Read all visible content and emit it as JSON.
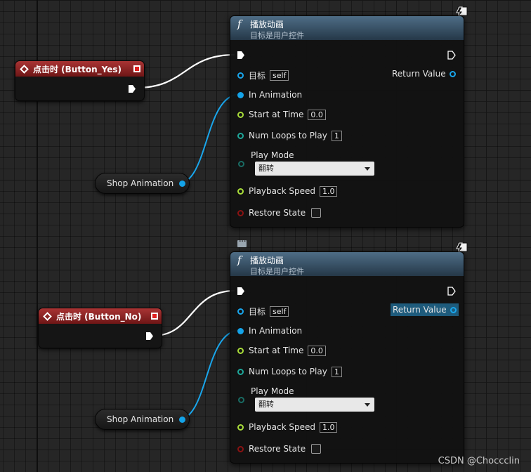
{
  "event_nodes": [
    {
      "title": "点击时 (Button_Yes)"
    },
    {
      "title": "点击时 (Button_No)"
    }
  ],
  "function_nodes": [
    {
      "title": "播放动画",
      "subtitle": "目标是用户控件",
      "target_label": "目标",
      "target_value": "self",
      "return_label": "Return Value",
      "in_animation_label": "In Animation",
      "start_time_label": "Start at Time",
      "start_time_value": "0.0",
      "num_loops_label": "Num Loops to Play",
      "num_loops_value": "1",
      "play_mode_label": "Play Mode",
      "play_mode_value": "翻转",
      "playback_speed_label": "Playback Speed",
      "playback_speed_value": "1.0",
      "restore_state_label": "Restore State"
    },
    {
      "title": "播放动画",
      "subtitle": "目标是用户控件",
      "target_label": "目标",
      "target_value": "self",
      "return_label": "Return Value",
      "in_animation_label": "In Animation",
      "start_time_label": "Start at Time",
      "start_time_value": "0.0",
      "num_loops_label": "Num Loops to Play",
      "num_loops_value": "1",
      "play_mode_label": "Play Mode",
      "play_mode_value": "翻转",
      "playback_speed_label": "Playback Speed",
      "playback_speed_value": "1.0",
      "restore_state_label": "Restore State"
    }
  ],
  "variable_nodes": [
    {
      "label": "Shop Animation"
    },
    {
      "label": "Shop Animation"
    }
  ],
  "watermark": "CSDN @Choccclin",
  "colors": {
    "event_header": "#a93434",
    "function_header": "#4e6d86",
    "exec_wire": "#ffffff",
    "object_wire": "#19a6ec",
    "float_pin": "#a9dd3a",
    "int_pin": "#1ea79a",
    "bool_pin": "#8a1212"
  }
}
